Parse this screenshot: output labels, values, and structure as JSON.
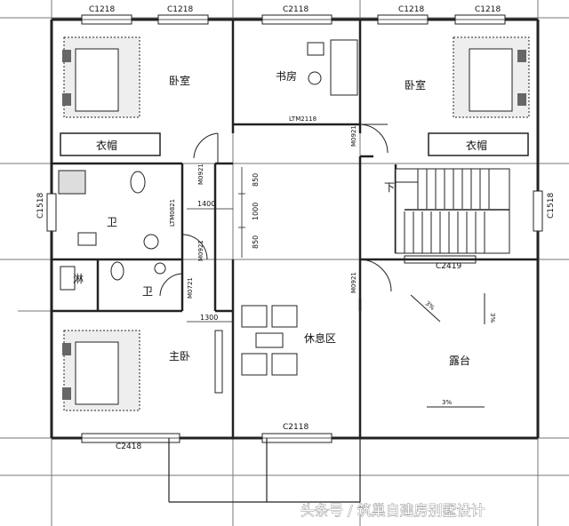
{
  "rooms": {
    "bedroom_left": "卧室",
    "study": "书房",
    "bedroom_right": "卧室",
    "bath_upper": "卫",
    "shower": "淋",
    "bath_lower": "卫",
    "master_bedroom": "主卧",
    "lounge": "休息区",
    "terrace": "露台"
  },
  "wardrobes": {
    "left": "衣帽",
    "right": "衣帽"
  },
  "windows": {
    "top_1": "C1218",
    "top_2": "C1218",
    "top_3": "C2118",
    "top_4": "C1218",
    "top_5": "C1218",
    "left_side": "C1518",
    "right_side": "C1518",
    "stair_bottom": "C2419",
    "lounge_bottom": "C2118",
    "master_bottom": "C2418"
  },
  "doors": {
    "study_door": "LTM2118",
    "door_right_study": "M0921",
    "door_bath_top": "M0921",
    "door_bath_side": "LTM0821",
    "door_bath_low": "M0921",
    "door_shower": "M0721",
    "door_terrace": "M0921"
  },
  "dimensions": {
    "d_850_top": "850",
    "d_1000": "1000",
    "d_850_bottom": "850",
    "d_1400": "1400",
    "d_1300": "1300"
  },
  "stairs": {
    "down_label": "下"
  },
  "slopes": {
    "slope_1": "3%",
    "slope_2": "3%",
    "slope_3": "3%"
  },
  "watermark": "头条号 / 筑巢自建房别墅设计"
}
